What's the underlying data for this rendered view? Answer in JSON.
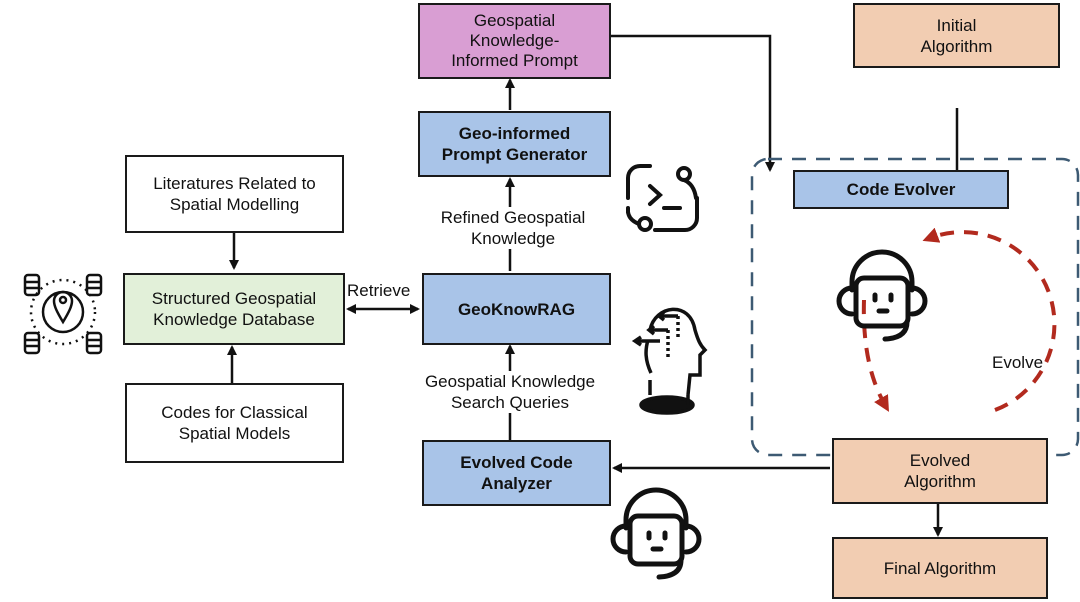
{
  "boxes": {
    "literatures": "Literatures Related to\nSpatial Modelling",
    "database": "Structured Geospatial\nKnowledge Database",
    "codes": "Codes for Classical\nSpatial Models",
    "prompt": "Geospatial\nKnowledge-\nInformed Prompt",
    "generator": "Geo-informed\nPrompt Generator",
    "rag": "GeoKnowRAG",
    "analyzer": "Evolved Code\nAnalyzer",
    "initial": "Initial\nAlgorithm",
    "evolver": "Code Evolver",
    "evolved": "Evolved\nAlgorithm",
    "final": "Final Algorithm"
  },
  "labels": {
    "retrieve": "Retrieve",
    "refined": "Refined Geospatial\nKnowledge",
    "queries": "Geospatial Knowledge\nSearch Queries",
    "evolve": "Evolve"
  },
  "icons": [
    "geo-database-icon",
    "code-terminal-icon",
    "thinking-head-icon",
    "robot-headset-icon"
  ],
  "colors": {
    "blue": "#a9c4e8",
    "green": "#e2f0d9",
    "pink": "#d99ed3",
    "peach": "#f2cdb2",
    "dashed": "#3d5a73",
    "evolve": "#b22a1e"
  }
}
